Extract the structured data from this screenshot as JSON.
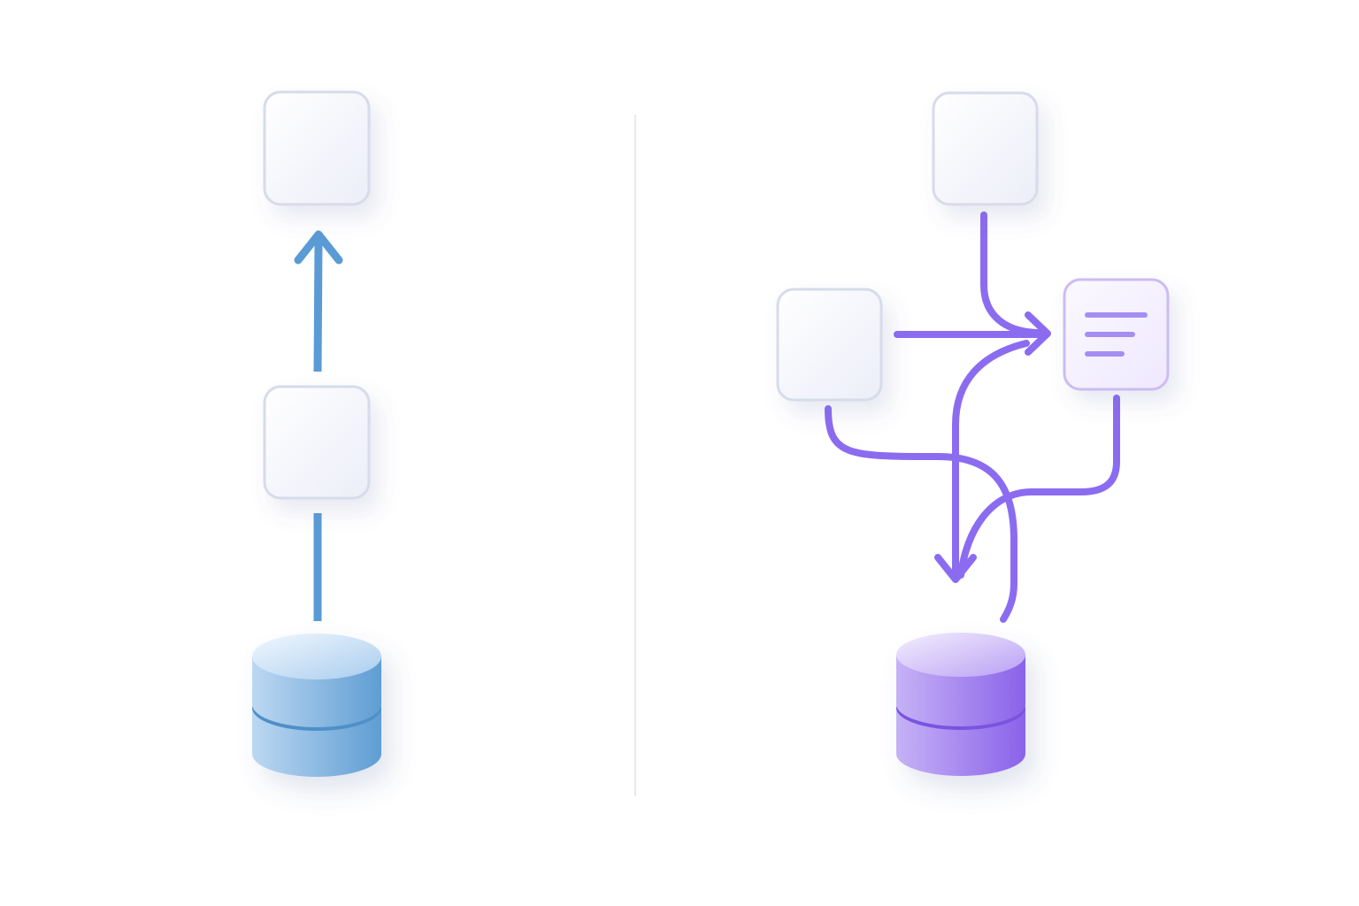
{
  "colors": {
    "background": "#ffffff",
    "divider": "#e7e9f0",
    "card_fill_top": "#ffffff",
    "card_fill_bottom": "#eef0f8",
    "card_border": "#d8dcea",
    "blue_accent": "#5a9bd5",
    "blue_db_light": "#d8e9f9",
    "blue_db_dark": "#5d9bd1",
    "purple_accent": "#8b6cf0",
    "purple_card_fill": "#f4efff",
    "purple_card_border": "#cbb9f2",
    "purple_db_light": "#e6dcff",
    "purple_db_dark": "#8a63ea"
  },
  "panels": {
    "left": {
      "style": "linear",
      "nodes": [
        "box",
        "box",
        "database"
      ],
      "connections": [
        "database-to-middle",
        "middle-to-top-arrow"
      ]
    },
    "right": {
      "style": "interconnected",
      "nodes": [
        "box",
        "box",
        "document",
        "database"
      ],
      "document_icon": "text-lines-icon",
      "connections": [
        "top-to-document-arrow",
        "left-to-document-arrow",
        "left-to-database-curve",
        "document-to-database-arrow",
        "database-to-document-curve"
      ]
    }
  }
}
